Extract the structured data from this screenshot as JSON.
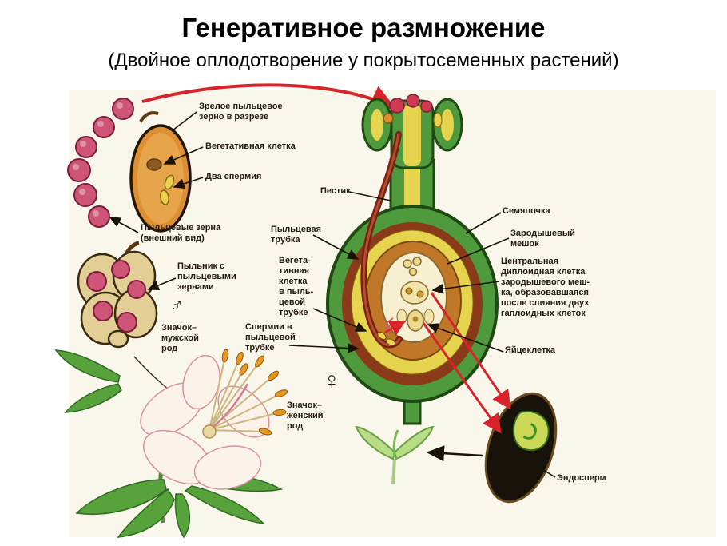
{
  "slide": {
    "title": "Генеративное размножение",
    "subtitle": "(Двойное оплодотворение у покрытосеменных растений)"
  },
  "labels": {
    "mature_pollen_grain": "Зрелое пыльцевое\nзерно в разрезе",
    "vegetative_cell": "Вегетативная клетка",
    "two_sperm": "Два спермия",
    "pollen_grains_external": "Пыльцевые зерна\n(внешний вид)",
    "anther_with_pollen": "Пыльник с\nпыльцевыми\nзернами",
    "male_symbol": "♂",
    "male_symbol_label": "Значок–\nмужской\nрод",
    "pistil": "Пестик",
    "pollen_tube": "Пыльцевая\nтрубка",
    "vegetative_cell_in_tube": "Вегета-\nтивная\nклетка\nв пыль-\nцевой\nтрубке",
    "sperm_in_tube": "Спермии в\nпыльцевой\nтрубке",
    "female_symbol": "♀",
    "female_symbol_label": "Значок–\nженский\nрод",
    "ovule": "Семяпочка",
    "embryo_sac": "Зародышевый\nмешок",
    "central_cell": "Центральная\nдиплоидная клетка\nзародышевого меш-\nка, образовавшаяся\nпосле слияния двух\nгаплоидных клеток",
    "egg_cell": "Яйцеклетка",
    "endosperm": "Эндосперм"
  },
  "colors": {
    "arrow_red": "#d8232a",
    "pollen_pink": "#cf5578",
    "pistil_green": "#4f9a3d",
    "inner_yellow": "#e6d44f",
    "integument_orange": "#c07828",
    "seed_black": "#17120a"
  }
}
